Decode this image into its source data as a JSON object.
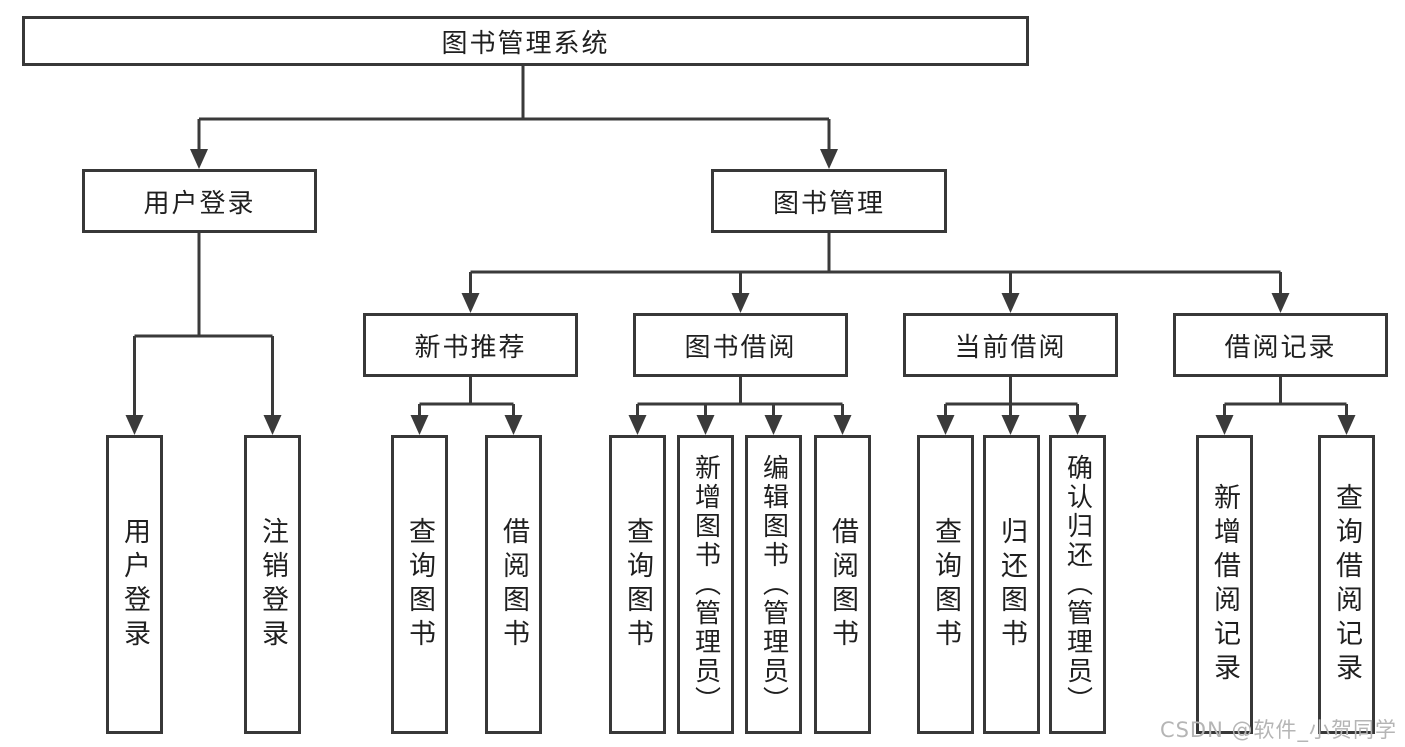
{
  "diagram": {
    "root": {
      "label": "图书管理系统"
    },
    "branches": [
      {
        "label": "用户登录",
        "children": [
          {
            "label": "用户登录"
          },
          {
            "label": "注销登录"
          }
        ]
      },
      {
        "label": "图书管理",
        "children": [
          {
            "label": "新书推荐",
            "children": [
              {
                "label": "查询图书"
              },
              {
                "label": "借阅图书"
              }
            ]
          },
          {
            "label": "图书借阅",
            "children": [
              {
                "label": "查询图书"
              },
              {
                "label": "新增图书（管理员）"
              },
              {
                "label": "编辑图书（管理员）"
              },
              {
                "label": "借阅图书"
              }
            ]
          },
          {
            "label": "当前借阅",
            "children": [
              {
                "label": "查询图书"
              },
              {
                "label": "归还图书"
              },
              {
                "label": "确认归还（管理员）"
              }
            ]
          },
          {
            "label": "借阅记录",
            "children": [
              {
                "label": "新增借阅记录"
              },
              {
                "label": "查询借阅记录"
              }
            ]
          }
        ]
      }
    ]
  },
  "watermark": {
    "text": "CSDN @软件_小贺同学"
  },
  "colors": {
    "line": "#3a3a3a",
    "box_border": "#383838",
    "text": "#1f1f1f",
    "watermark": "#b5b5b5",
    "background": "#ffffff"
  }
}
